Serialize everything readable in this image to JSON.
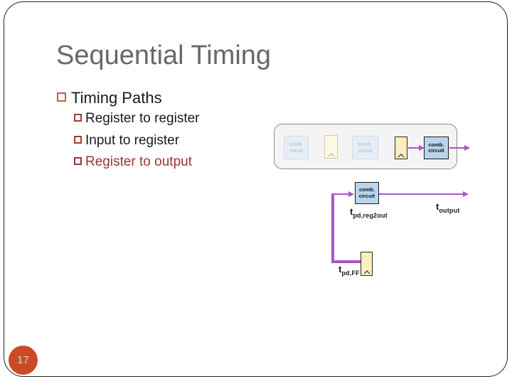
{
  "slide": {
    "title": "Sequential Timing",
    "page_number": "17",
    "page_circle_color": "#c94b26",
    "title_color": "#686868"
  },
  "bullets": {
    "level1": {
      "label": "Timing Paths",
      "bullet_color": "#c0613f",
      "text_color": "#1a1a1a"
    },
    "items": [
      {
        "label": "Register to register",
        "bullet_color": "#9a4034",
        "text_color": "#1a1a1a"
      },
      {
        "label": "Input to register",
        "bullet_color": "#9a4034",
        "text_color": "#1a1a1a"
      },
      {
        "label": "Register to output",
        "bullet_color": "#943634",
        "text_color": "#943634"
      }
    ]
  },
  "diagram": {
    "comb_box_label_line1": "comb.",
    "comb_box_label_line2": "circuit",
    "arrow_color": "#a855c8",
    "container_fill": "#f4f4f4",
    "blue_box_fill": "#b9d5ed",
    "register_fill": "#faefbe",
    "labels": {
      "t_pd_reg2out": {
        "base": "t",
        "sub": "pd,reg2out"
      },
      "t_output": {
        "base": "t",
        "sub": "output"
      },
      "t_pd_ff": {
        "base": "t",
        "sub": "pd,FF"
      }
    }
  }
}
